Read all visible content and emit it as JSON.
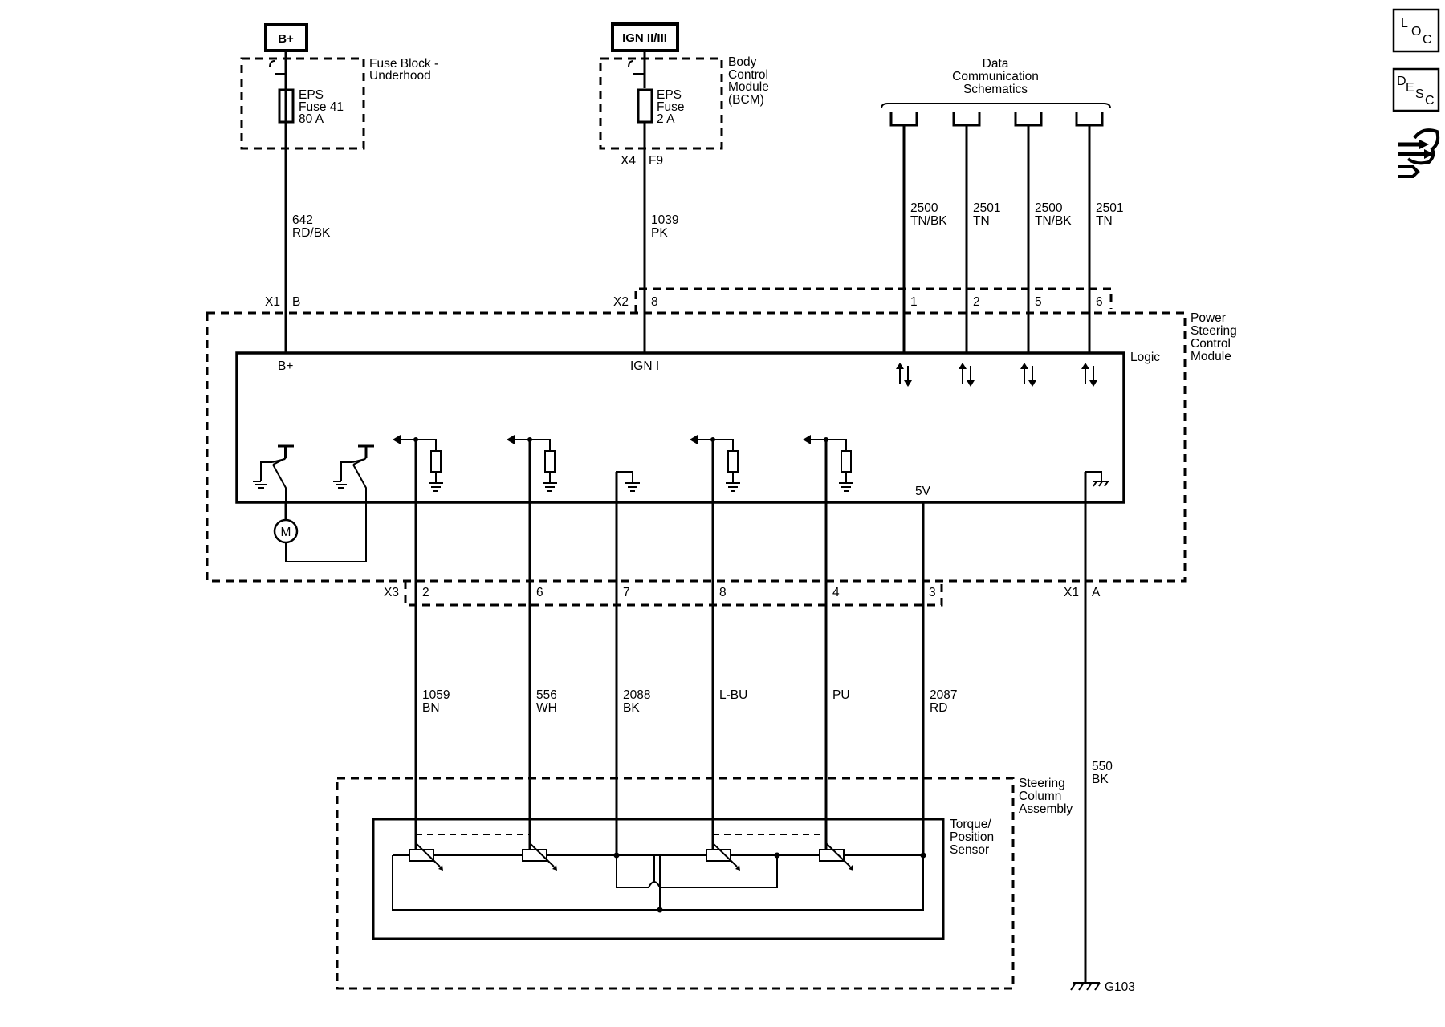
{
  "power_sources": {
    "battery": "B+",
    "ignition": "IGN II/III"
  },
  "fuse_block": {
    "title_line1": "Fuse Block -",
    "title_line2": "Underhood",
    "fuse_line1": "EPS",
    "fuse_line2": "Fuse 41",
    "fuse_line3": "80 A"
  },
  "bcm": {
    "title_line1": "Body",
    "title_line2": "Control",
    "title_line3": "Module",
    "title_line4": "(BCM)",
    "fuse_line1": "EPS",
    "fuse_line2": "Fuse",
    "fuse_line3": "2 A",
    "connector": "X4",
    "pin": "F9"
  },
  "data_comm": {
    "title_line1": "Data",
    "title_line2": "Communication",
    "title_line3": "Schematics"
  },
  "wires_top": [
    {
      "circuit": "642",
      "color": "RD/BK"
    },
    {
      "circuit": "1039",
      "color": "PK"
    },
    {
      "circuit": "2500",
      "color": "TN/BK"
    },
    {
      "circuit": "2501",
      "color": "TN"
    },
    {
      "circuit": "2500",
      "color": "TN/BK"
    },
    {
      "circuit": "2501",
      "color": "TN"
    }
  ],
  "pscm": {
    "title_line1": "Power",
    "title_line2": "Steering",
    "title_line3": "Control",
    "title_line4": "Module",
    "logic_label": "Logic",
    "pin_bplus": "B+",
    "pin_ign": "IGN I",
    "v5_label": "5V",
    "motor_label": "M",
    "x1_conn": "X1",
    "x1_pin_b": "B",
    "x2_conn": "X2",
    "x2_pins": [
      "8",
      "1",
      "2",
      "5",
      "6"
    ],
    "x3_conn": "X3",
    "x3_pins": [
      "2",
      "6",
      "7",
      "8",
      "4",
      "3"
    ],
    "x1_pin_a": "A"
  },
  "wires_bottom": [
    {
      "circuit": "1059",
      "color": "BN"
    },
    {
      "circuit": "556",
      "color": "WH"
    },
    {
      "circuit": "2088",
      "color": "BK"
    },
    {
      "circuit": "",
      "color": "L-BU"
    },
    {
      "circuit": "",
      "color": "PU"
    },
    {
      "circuit": "2087",
      "color": "RD"
    }
  ],
  "ground_wire": {
    "circuit": "550",
    "color": "BK",
    "ground_id": "G103"
  },
  "steering_column": {
    "title_line1": "Steering",
    "title_line2": "Column",
    "title_line3": "Assembly",
    "sensor_line1": "Torque/",
    "sensor_line2": "Position",
    "sensor_line3": "Sensor"
  },
  "side_buttons": {
    "loc": {
      "l1": "L",
      "l2": "O",
      "l3": "C"
    },
    "desc": {
      "l1": "D",
      "l2": "E",
      "l3": "S",
      "l4": "C"
    },
    "connector_icon": "connector-end-view-icon"
  }
}
